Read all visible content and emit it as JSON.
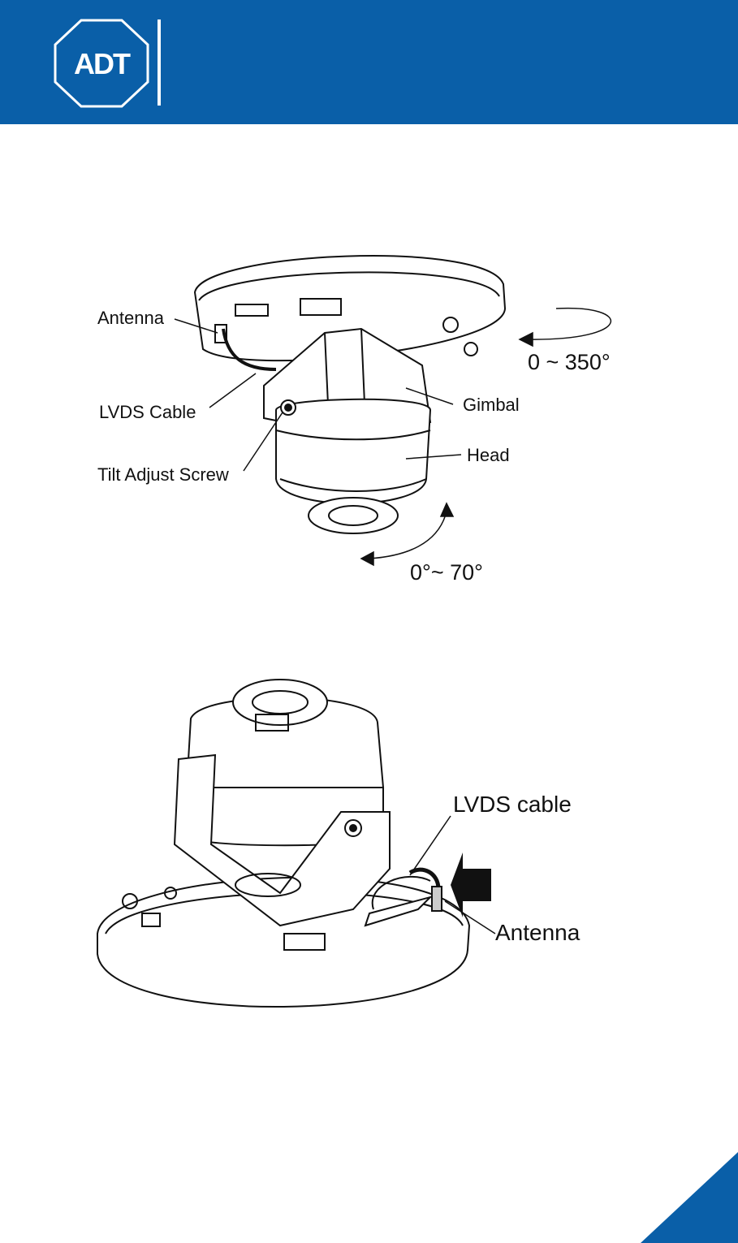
{
  "header": {
    "brand": "ADT",
    "colors": {
      "band": "#0a5fa8",
      "logo_text": "#ffffff"
    }
  },
  "figure_top": {
    "labels": {
      "antenna": "Antenna",
      "lvds_cable": "LVDS Cable",
      "tilt_adjust_screw": "Tilt Adjust Screw",
      "gimbal": "Gimbal",
      "head": "Head",
      "pan_range": "0 ~ 350°",
      "tilt_range": "0°~ 70°"
    }
  },
  "figure_bottom": {
    "labels": {
      "lvds_cable": "LVDS cable",
      "antenna": "Antenna"
    }
  },
  "footer": {
    "corner_color": "#0a5fa8"
  }
}
